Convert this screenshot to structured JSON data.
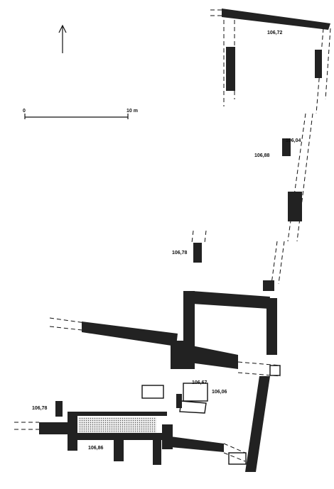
{
  "scale": {
    "start": "0",
    "end": "10 m"
  },
  "elevations": {
    "e1": "106,72",
    "e2": "106,04",
    "e3": "106,88",
    "e4": "106,78",
    "e5": "106,67",
    "e6": "106,06",
    "e7": "106,78",
    "e8": "106,86"
  }
}
